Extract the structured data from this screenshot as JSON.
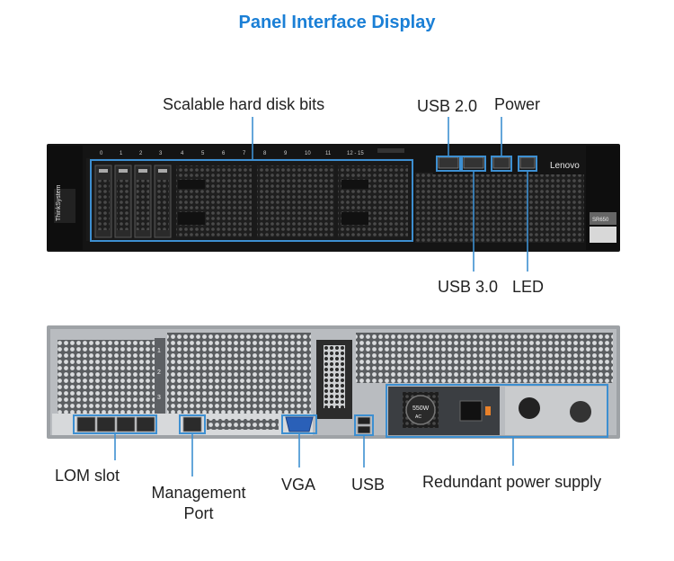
{
  "title": "Panel Interface Display",
  "front": {
    "brand": "Lenovo",
    "vendor": "ThinkSystem",
    "model": "SR650",
    "bay_numbers": [
      "0",
      "1",
      "2",
      "3",
      "4",
      "5",
      "6",
      "7",
      "8",
      "9",
      "10",
      "11",
      "12 - 15"
    ],
    "labels": {
      "hdd": "Scalable hard disk bits",
      "usb2": "USB 2.0",
      "power": "Power",
      "usb3": "USB 3.0",
      "led": "LED"
    }
  },
  "rear": {
    "psu_text": "550W",
    "psu_sub": "AC",
    "slot_numbers": [
      "1",
      "2",
      "3"
    ],
    "labels": {
      "lom": "LOM slot",
      "mgmt_line1": "Management",
      "mgmt_line2": "Port",
      "vga": "VGA",
      "usb": "USB",
      "psu": "Redundant power supply"
    }
  },
  "colors": {
    "accent": "#1a7fd6",
    "callout": "#3d8fd1",
    "chassis": "#1c1c1c",
    "rear_metal": "#b9bcc0"
  }
}
